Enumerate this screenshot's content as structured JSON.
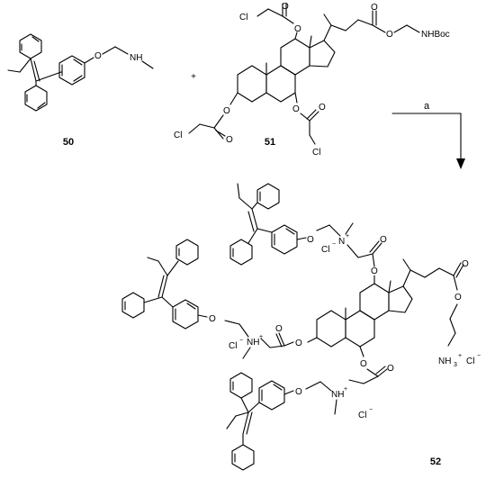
{
  "compounds": {
    "c50": "50",
    "c51": "51",
    "c52": "52"
  },
  "reaction": {
    "plus": "+",
    "condition": "a"
  },
  "atoms": {
    "O": "O",
    "NH": "NH",
    "N": "N",
    "Cl": "Cl",
    "NHBoc": "NHBoc",
    "Cl_minus": "Cl",
    "minus": "−",
    "NH3": "NH",
    "sub3": "3",
    "plus_charge": "+"
  }
}
